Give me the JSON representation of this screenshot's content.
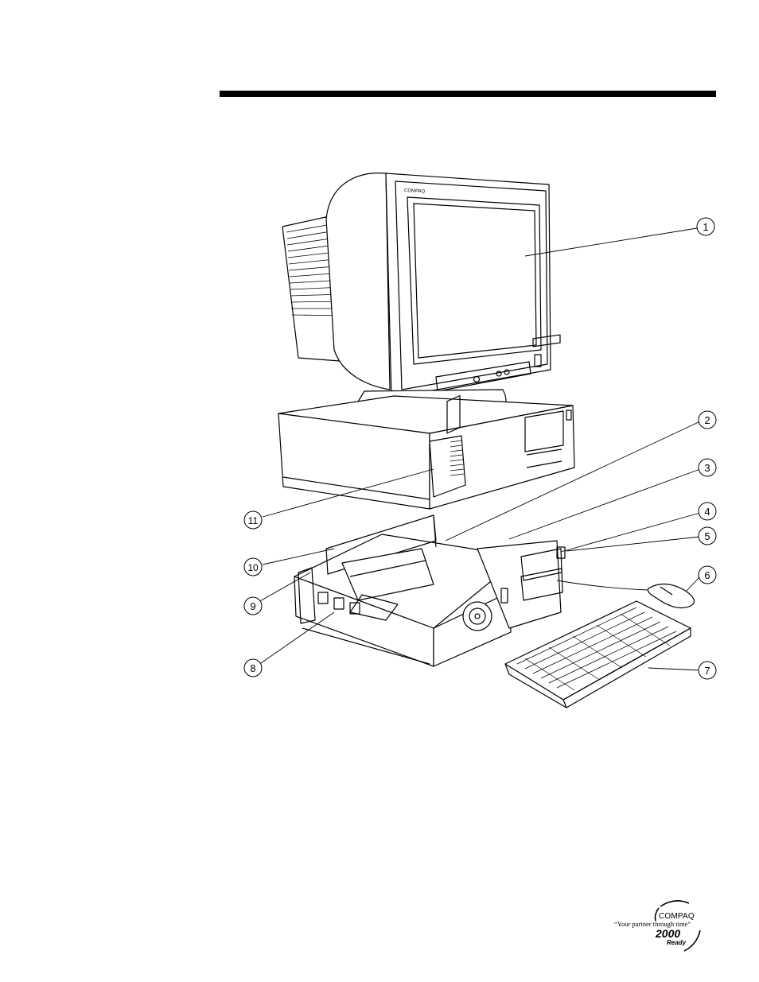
{
  "callouts": [
    {
      "label": "1"
    },
    {
      "label": "2"
    },
    {
      "label": "3"
    },
    {
      "label": "4"
    },
    {
      "label": "5"
    },
    {
      "label": "6"
    },
    {
      "label": "7"
    },
    {
      "label": "8"
    },
    {
      "label": "9"
    },
    {
      "label": "10"
    },
    {
      "label": "11"
    }
  ],
  "logo": {
    "brand": "COMPAQ",
    "tagline": "“Your partner through time”",
    "year": "2000",
    "ready": "Ready"
  },
  "colors": {
    "ink": "#000000",
    "paper": "#ffffff"
  }
}
